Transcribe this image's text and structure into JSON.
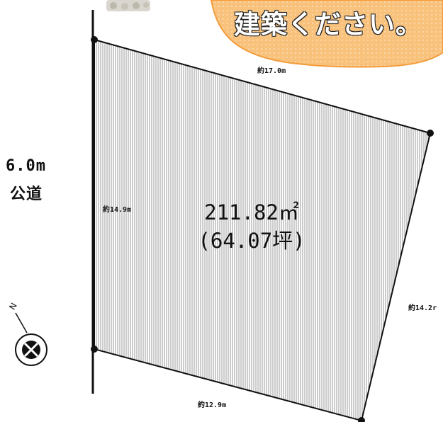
{
  "banner": {
    "text": "建築ください。"
  },
  "road": {
    "width": "6.0m",
    "type": "公道"
  },
  "dimensions": {
    "top": "約17.0m",
    "left": "約14.9m",
    "right": "約14.2r",
    "bottom": "約12.9m"
  },
  "area": {
    "sqm": "211.82㎡",
    "tsubo": "(64.07坪)"
  },
  "compass": {
    "label": "N"
  },
  "colors": {
    "bubble": "#f7a94c",
    "bubble_dots": "#fcd9a6",
    "hatch": "#9a9a9a",
    "line": "#111111"
  }
}
